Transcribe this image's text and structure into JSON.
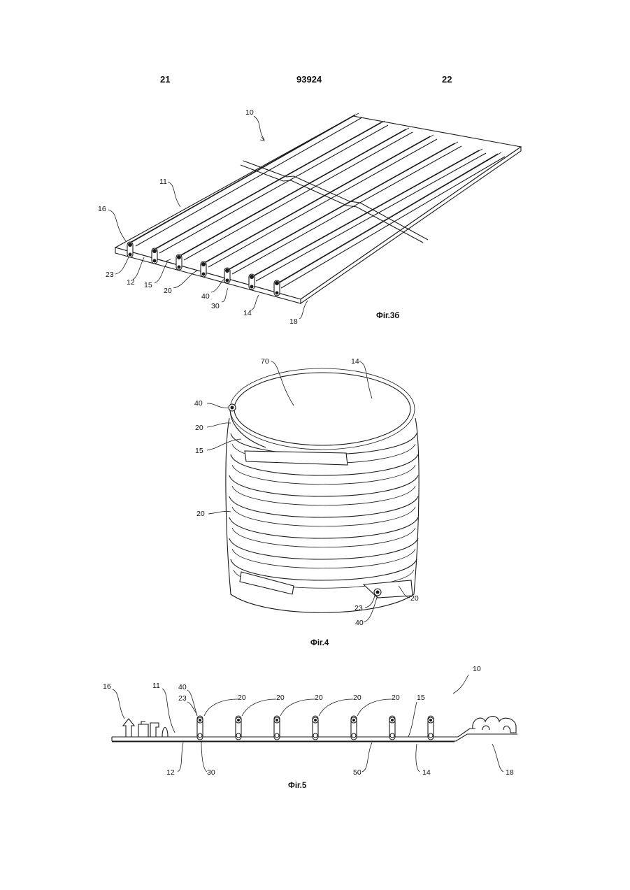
{
  "header": {
    "left_page": "21",
    "patent_number": "93924",
    "right_page": "22"
  },
  "fig3b": {
    "caption": "Фіг.3б",
    "labels": {
      "l10": "10",
      "l11": "11",
      "l16": "16",
      "l23": "23",
      "l12": "12",
      "l15": "15",
      "l20": "20",
      "l40": "40",
      "l30": "30",
      "l14": "14",
      "l18": "18"
    }
  },
  "fig4": {
    "caption": "Фіг.4",
    "labels": {
      "l70": "70",
      "l14": "14",
      "l40a": "40",
      "l20a": "20",
      "l15": "15",
      "l20b": "20",
      "l20c": "20",
      "l23": "23",
      "l40b": "40"
    }
  },
  "fig5": {
    "caption": "Фіг.5",
    "labels": {
      "l10": "10",
      "l16": "16",
      "l11": "11",
      "l40": "40",
      "l23": "23",
      "l20a": "20",
      "l20b": "20",
      "l20c": "20",
      "l20d": "20",
      "l20e": "20",
      "l15": "15",
      "l12": "12",
      "l30": "30",
      "l50": "50",
      "l14": "14",
      "l18": "18"
    }
  }
}
